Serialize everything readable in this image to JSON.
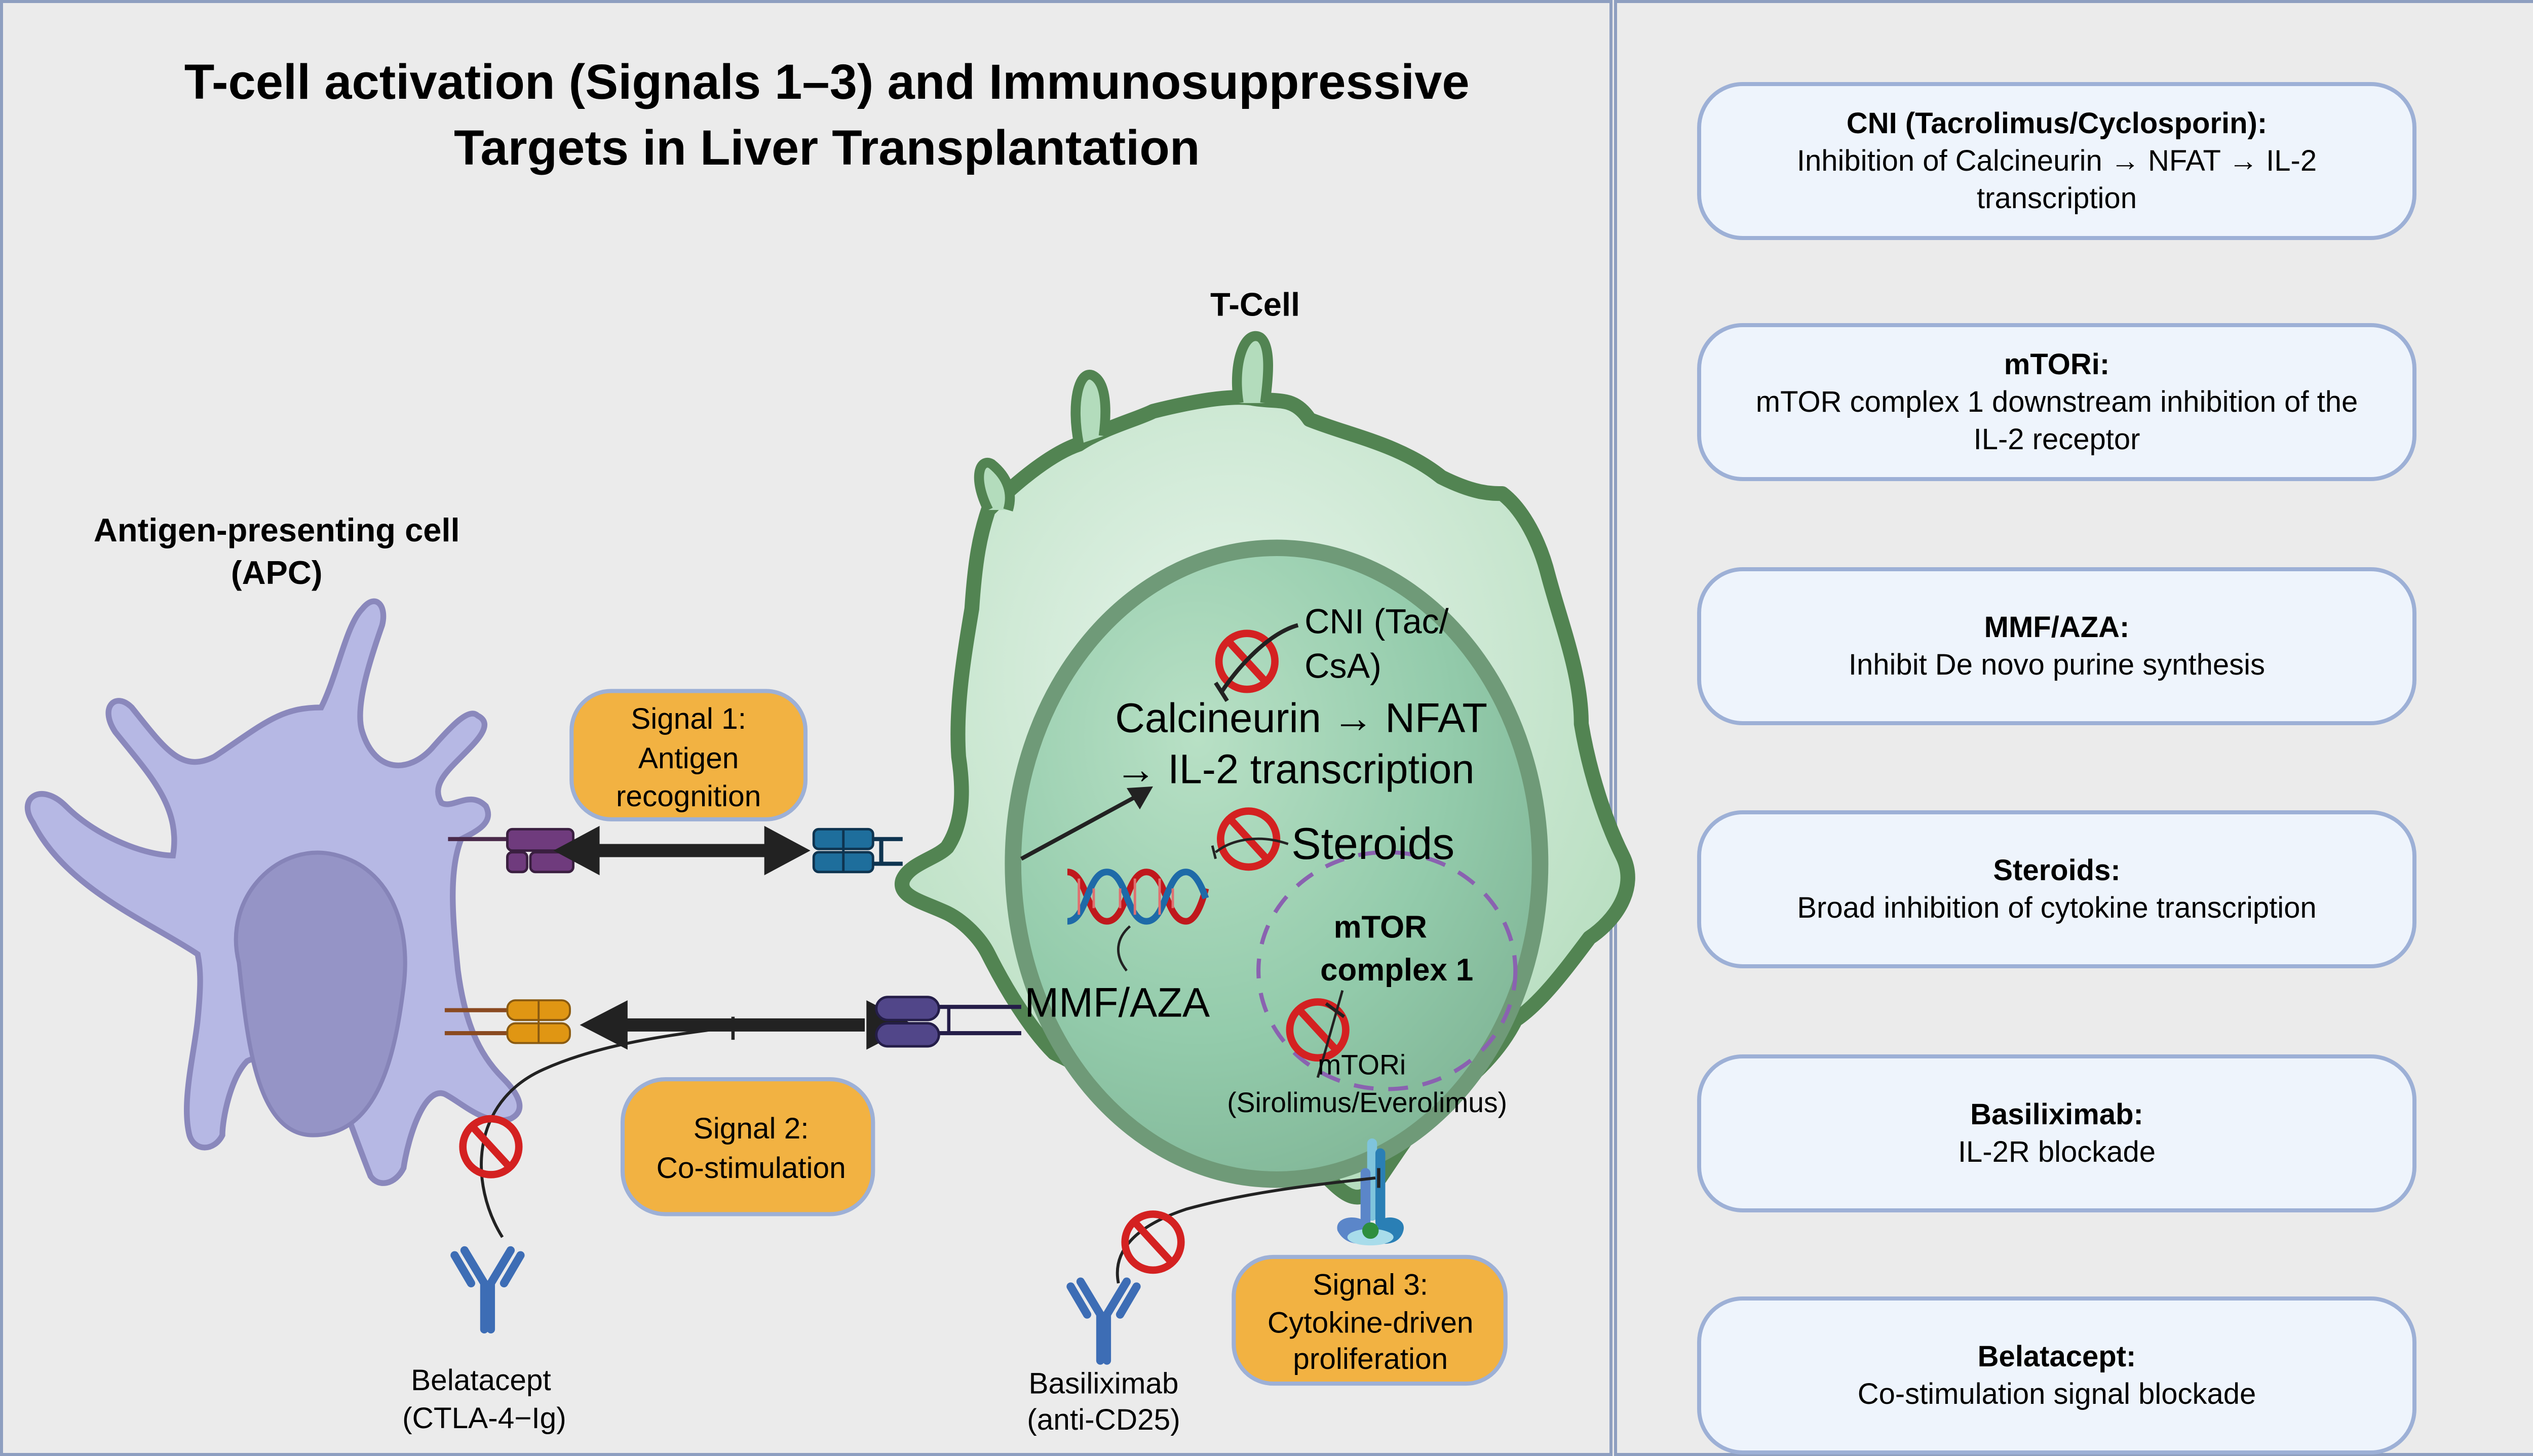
{
  "title": {
    "line1": "T-cell activation (Signals 1–3) and Immunosuppressive",
    "line2": "Targets in Liver Transplantation"
  },
  "labels": {
    "apc_line1": "Antigen-presenting cell",
    "apc_line2": "(APC)",
    "tcell": "T-Cell",
    "cni_line1": "CNI (Tac/",
    "cni_line2": "CsA)",
    "pathway_line1": "Calcineurin → NFAT",
    "pathway_line2": "→ IL-2 transcription",
    "steroids": "Steroids",
    "mtor_line1": "mTOR",
    "mtor_line2": "complex 1",
    "mmf": "MMF/AZA",
    "mtori_line1": "mTORi",
    "mtori_line2": "(Sirolimus/Everolimus)",
    "belatacept_line1": "Belatacept",
    "belatacept_line2": "(CTLA-4−Ig)",
    "basiliximab_line1": "Basiliximab",
    "basiliximab_line2": "(anti-CD25)"
  },
  "signals": [
    {
      "lines": [
        "Signal 1:",
        "Antigen",
        "recognition"
      ]
    },
    {
      "lines": [
        "Signal 2:",
        "Co-stimulation"
      ]
    },
    {
      "lines": [
        "Signal 3:",
        "Cytokine-driven",
        "proliferation"
      ]
    }
  ],
  "drug_boxes": [
    {
      "title": "CNI (Tacrolimus/Cyclosporin):",
      "desc": "Inhibition of Calcineurin → NFAT → IL-2 transcription"
    },
    {
      "title": "mTORi:",
      "desc": "mTOR complex 1 downstream inhibition of the IL-2 receptor"
    },
    {
      "title": "MMF/AZA:",
      "desc": "Inhibit De novo purine synthesis"
    },
    {
      "title": "Steroids:",
      "desc": "Broad inhibition of cytokine transcription"
    },
    {
      "title": "Basiliximab:",
      "desc": "IL-2R blockade"
    },
    {
      "title": "Belatacept:",
      "desc": "Co-stimulation signal blockade"
    }
  ],
  "colors": {
    "background": "#ebebeb",
    "panel_border": "#8e9fc0",
    "signal_box": "#f2b242",
    "info_box_fill": "#eef4fc",
    "info_box_border": "#9db0d6",
    "apc_fill": "#b6b8e4",
    "tcell_outline": "#528452",
    "inhibit_red": "#d42121"
  }
}
